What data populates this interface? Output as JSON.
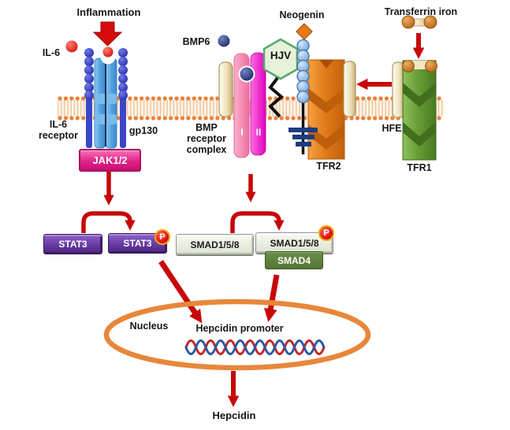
{
  "labels": {
    "inflammation": "Inflammation",
    "il6": "IL-6",
    "il6_receptor": "IL-6 receptor",
    "gp130": "gp130",
    "jak12": "JAK1/2",
    "bmp6": "BMP6",
    "bmp_receptor_complex": "BMP receptor complex",
    "receptor_type_i": "I",
    "receptor_type_ii": "II",
    "hjv": "HJV",
    "neogenin": "Neogenin",
    "tfr2": "TFR2",
    "transferrin_iron": "Transferrin iron",
    "hfe": "HFE",
    "tfr1": "TFR1",
    "stat3": "STAT3",
    "stat3_phospho": "STAT3",
    "phospho": "P",
    "smad158": "SMAD1/5/8",
    "smad158_phospho": "SMAD1/5/8",
    "smad4": "SMAD4",
    "nucleus": "Nucleus",
    "hepcidin_promoter": "Hepcidin promoter",
    "hepcidin": "Hepcidin"
  },
  "colors": {
    "arrow_red": "#C70707",
    "membrane_orange": "#E8813A",
    "nucleus_outline": "#E8873A",
    "jak_pink": "#E02387",
    "stat_purple": "#64379F",
    "smad_pale_green": "#E3E9D9",
    "smad4_olive": "#5E8040",
    "phospho_red": "#D80A0A",
    "phospho_ring": "#F0A70C",
    "tfr2_orange": "#DC7414",
    "tfr1_green": "#5E9232",
    "hjv_green": "#E6F2DA",
    "neogenin_bead_blue": "#8FBCE8",
    "receptor_blue": "#4D9FE0",
    "bead_dark_blue": "#2730AE",
    "dna_red": "#C42525",
    "dna_blue": "#2B5AA6"
  }
}
